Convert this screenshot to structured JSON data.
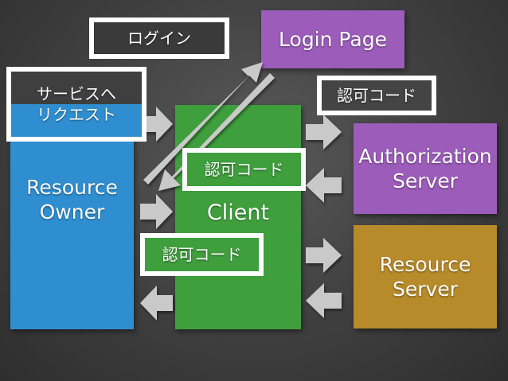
{
  "nodes": {
    "resource_owner": {
      "text": "Resource\nOwner",
      "color": "#2f8ed0"
    },
    "client": {
      "text": "Client",
      "color": "#3f9f3d"
    },
    "login_page": {
      "text": "Login Page",
      "color": "#9c5cba"
    },
    "authorization_server": {
      "text": "Authorization\nServer",
      "color": "#9c5cba"
    },
    "resource_server": {
      "text": "Resource\nServer",
      "color": "#b78a2a"
    }
  },
  "labels": {
    "login": "ログイン",
    "service_request": "サービスへ\nリクエスト",
    "auth_code_right": "認可コード",
    "auth_code_middle": "認可コード",
    "auth_code_bottom": "認可コード"
  },
  "colors": {
    "arrow_fill": "#c9c9c9",
    "label_border": "#ffffff"
  }
}
